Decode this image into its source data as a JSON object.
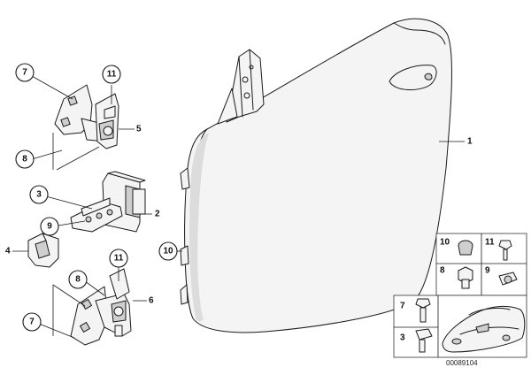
{
  "callouts": {
    "upper_hinge_bracket": "7",
    "upper_hinge_bolt": "11",
    "upper_hinge_nut": "8",
    "door_check_washer": "3",
    "door_check_nut": "9",
    "door_check_grommet": "4",
    "lower_hinge_bolt": "11",
    "lower_hinge_nut": "8",
    "lower_hinge_bracket": "7",
    "door_seal_clip": "10"
  },
  "part_labels": {
    "door_shell": "1",
    "door_check": "2",
    "upper_hinge": "5",
    "lower_hinge": "6"
  },
  "fastener_panel": {
    "row1": [
      "10",
      "11"
    ],
    "row2": [
      "8",
      "9"
    ]
  },
  "vehicle_panel": {
    "items": [
      "7",
      "3"
    ]
  },
  "reference_number": "00089104"
}
